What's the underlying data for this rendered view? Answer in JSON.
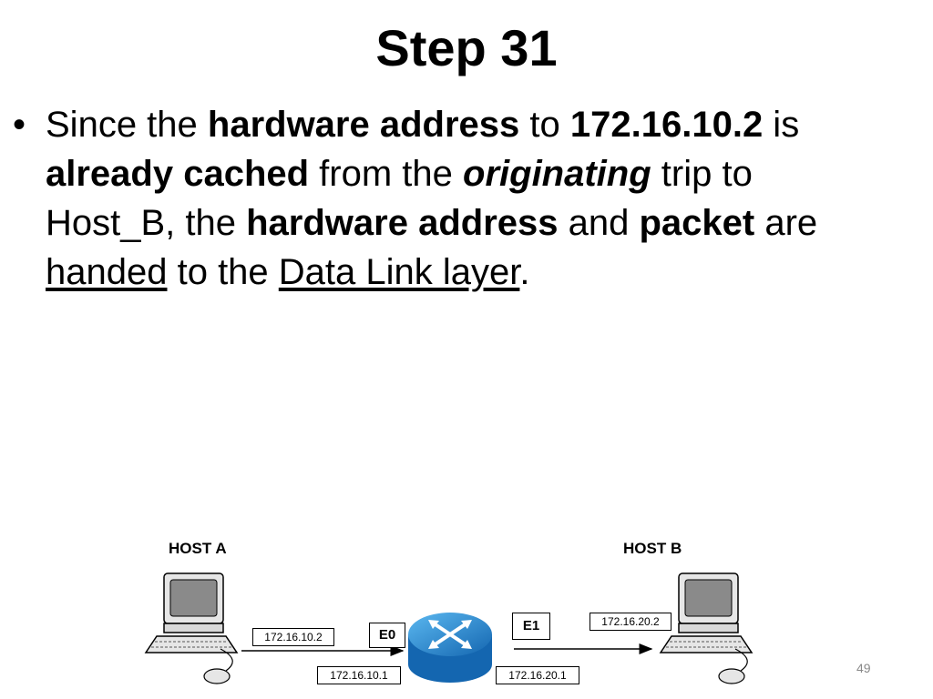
{
  "slide": {
    "title": "Step 31",
    "bullet_char": "•",
    "body": {
      "t1": "Since the ",
      "t2": "hardware address",
      "t3": " to ",
      "t4": "172.16.10.2",
      "t5": " is",
      "t6": "already cached",
      "t7": " from the ",
      "t8": "originating",
      "t9": " trip to",
      "t10": "Host_B, the ",
      "t11": "hardware address",
      "t12": " and ",
      "t13": "packet",
      "t14": " are",
      "t15": "handed",
      "t16": " to the ",
      "t17": "Data Link layer",
      "t18": "."
    },
    "page_number": "49"
  },
  "diagram": {
    "host_a_label": "HOST A",
    "host_b_label": "HOST B",
    "host_a_ip": "172.16.10.2",
    "host_b_ip": "172.16.20.2",
    "router_e0_label": "E0",
    "router_e1_label": "E1",
    "router_e0_ip": "172.16.10.1",
    "router_e1_ip": "172.16.20.1"
  },
  "colors": {
    "router_blue": "#1e8fd8",
    "monitor_gray": "#8a8a8a",
    "page_number_gray": "#8a8a8a"
  }
}
